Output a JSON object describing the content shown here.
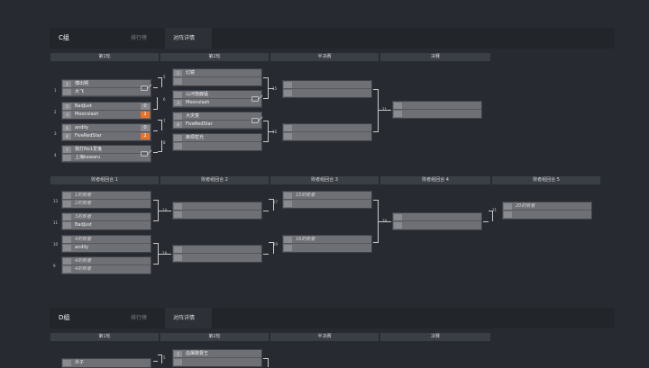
{
  "groupC": {
    "label": "C组",
    "tabs": [
      "排行榜",
      "对阵详情"
    ],
    "winners_rounds": [
      "第1轮",
      "第2轮",
      "半决赛",
      "决赛"
    ],
    "losers_rounds": [
      "败者组回合 1",
      "败者组回合 2",
      "败者组回合 3",
      "败者组回合 4",
      "败者组回合 5"
    ],
    "r1": [
      {
        "num": "1",
        "p1": {
          "seed": "1",
          "name": "傅出朔"
        },
        "p2": {
          "seed": "",
          "name": "大飞"
        }
      },
      {
        "num": "2",
        "p1": {
          "seed": "5",
          "name": "BadJust",
          "score": "0"
        },
        "p2": {
          "seed": "3",
          "name": "Moonslash",
          "score": "2"
        }
      },
      {
        "num": "3",
        "p1": {
          "seed": "6",
          "name": "andily",
          "score": "0"
        },
        "p2": {
          "seed": "4",
          "name": "FiveRedStar",
          "score": "2"
        }
      },
      {
        "num": "4",
        "p1": {
          "seed": "7",
          "name": "我打No1爱鬼"
        },
        "p2": {
          "seed": "",
          "name": "上海kawaru"
        }
      }
    ],
    "r2": [
      {
        "num": "5",
        "p1": {
          "seed": "1",
          "name": "幻镜"
        },
        "p2": {
          "seed": "",
          "name": ""
        }
      },
      {
        "num": "6",
        "p1": {
          "seed": "",
          "name": "山河抱鹿猛"
        },
        "p2": {
          "seed": "3",
          "name": "Moonslash"
        }
      },
      {
        "num": "7",
        "p1": {
          "seed": "",
          "name": "大灾变"
        },
        "p2": {
          "seed": "4",
          "name": "FiveRedStar"
        }
      },
      {
        "num": "8",
        "p1": {
          "seed": "",
          "name": "麻烦鸵光"
        },
        "p2": {
          "seed": "",
          "name": ""
        }
      }
    ],
    "semis": [
      {
        "num": "15"
      },
      {
        "num": "16"
      }
    ],
    "final": {
      "num": "21"
    },
    "lr1": [
      {
        "num": "13",
        "p1": "1的败者",
        "p2": "2的败者"
      },
      {
        "num": "11",
        "p1": "3的败者",
        "p2": "BadJust"
      },
      {
        "num": "10",
        "p1": "4的败者",
        "p2": "andily"
      },
      {
        "num": "9",
        "p1": "4的败者",
        "p2": "4的败者"
      }
    ],
    "lr2": [
      {
        "num": "14"
      },
      {
        "num": "18"
      }
    ],
    "lr3": [
      {
        "num": "17",
        "p1": "15的败者"
      },
      {
        "num": "19",
        "p1": "16的败者"
      }
    ],
    "lr4": {
      "num": "19"
    },
    "lr5": {
      "num": "21",
      "p1": "20的败者"
    }
  },
  "groupD": {
    "label": "D组",
    "tabs": [
      "排行榜",
      "对阵详情"
    ],
    "winners_rounds": [
      "第1轮",
      "第2轮",
      "半决赛",
      "决赛"
    ],
    "r2_first": {
      "seed": "1",
      "name": "血屠路督王"
    },
    "r2_num": "5",
    "r1_first": {
      "name": "炎子"
    }
  }
}
